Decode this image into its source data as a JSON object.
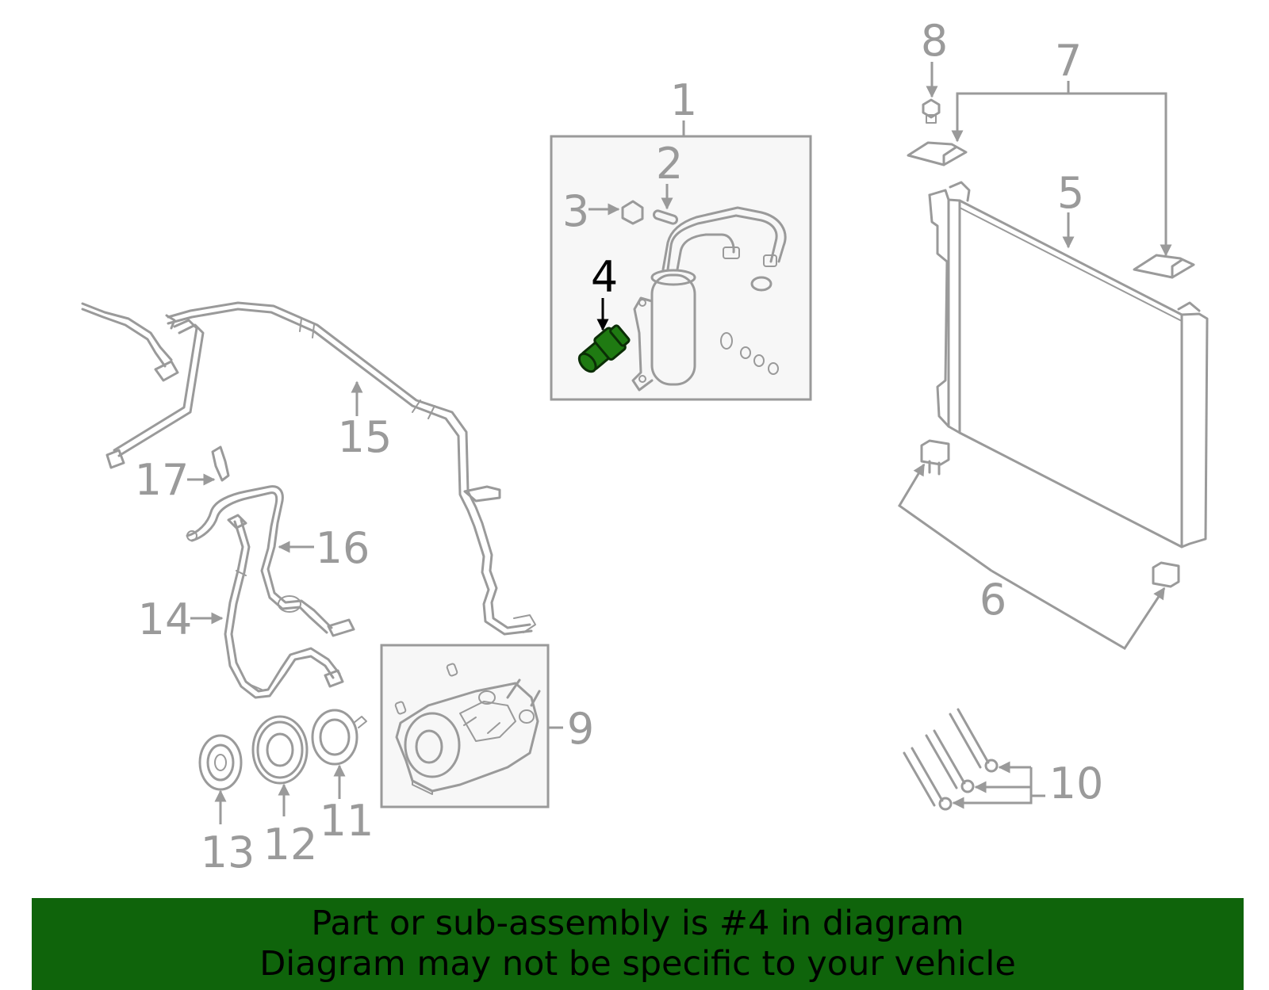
{
  "callouts": {
    "c1": "1",
    "c2": "2",
    "c3": "3",
    "c4": "4",
    "c5": "5",
    "c6": "6",
    "c7": "7",
    "c8": "8",
    "c9": "9",
    "c10": "10",
    "c11": "11",
    "c12": "12",
    "c13": "13",
    "c14": "14",
    "c15": "15",
    "c16": "16",
    "c17": "17"
  },
  "highlight_callout": "4",
  "colors": {
    "line": "#9a9a9a",
    "highlight_part": "#1f7a12",
    "banner_bg": "#0f640b",
    "banner_text": "#000000",
    "box_fill": "#f7f7f7"
  },
  "banner": {
    "line1": "Part or sub-assembly is #4 in diagram",
    "line2": "Diagram may not be specific to your vehicle"
  }
}
